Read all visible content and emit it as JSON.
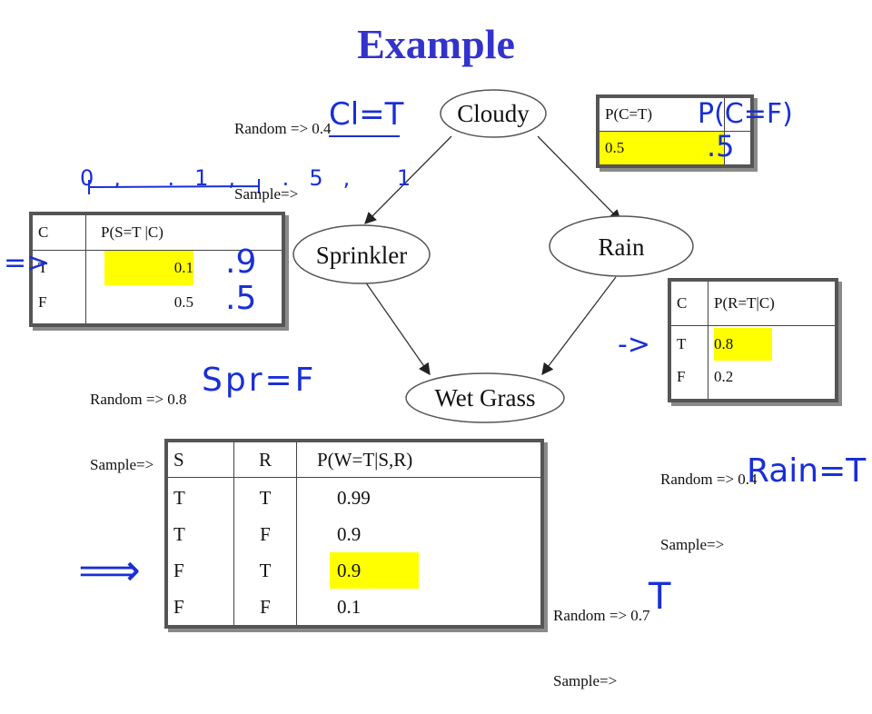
{
  "title": "Example",
  "nodes": {
    "cloudy": "Cloudy",
    "sprinkler": "Sprinkler",
    "rain": "Rain",
    "wet_grass": "Wet Grass"
  },
  "cloudy_table": {
    "header": "P(C=T)",
    "value": "0.5",
    "ink_header": "P(C=F)",
    "ink_value": ".5"
  },
  "sprinkler_table": {
    "headers": [
      "C",
      "P(S=T |C)"
    ],
    "rows": [
      [
        "T",
        "0.1"
      ],
      [
        "F",
        "0.5"
      ]
    ],
    "ink_scale": "0, .1, .5, 1",
    "ink_values": [
      ".9",
      ".5"
    ],
    "ink_arrow": "=>"
  },
  "rain_table": {
    "headers": [
      "C",
      "P(R=T|C)"
    ],
    "rows": [
      [
        "T",
        "0.8"
      ],
      [
        "F",
        "0.2"
      ]
    ],
    "ink_arrow": "->"
  },
  "wetgrass_table": {
    "headers": [
      "S",
      "R",
      "P(W=T|S,R)"
    ],
    "rows": [
      [
        "T",
        "T",
        "0.99"
      ],
      [
        "T",
        "F",
        "0.9"
      ],
      [
        "F",
        "T",
        "0.9"
      ],
      [
        "F",
        "F",
        "0.1"
      ]
    ],
    "ink_arrow": "⟹"
  },
  "samples": {
    "cloudy": {
      "random": "Random => 0.4",
      "sample": "Sample=>",
      "ink": "Cl=T"
    },
    "sprinkler": {
      "random": "Random => 0.8",
      "sample": "Sample=>",
      "ink": "Spr=F"
    },
    "rain": {
      "random": "Random => 0.4",
      "sample": "Sample=>",
      "ink": "Rain=T"
    },
    "wetgrass": {
      "random": "Random => 0.7",
      "sample": "Sample=>",
      "ink": "T"
    }
  }
}
